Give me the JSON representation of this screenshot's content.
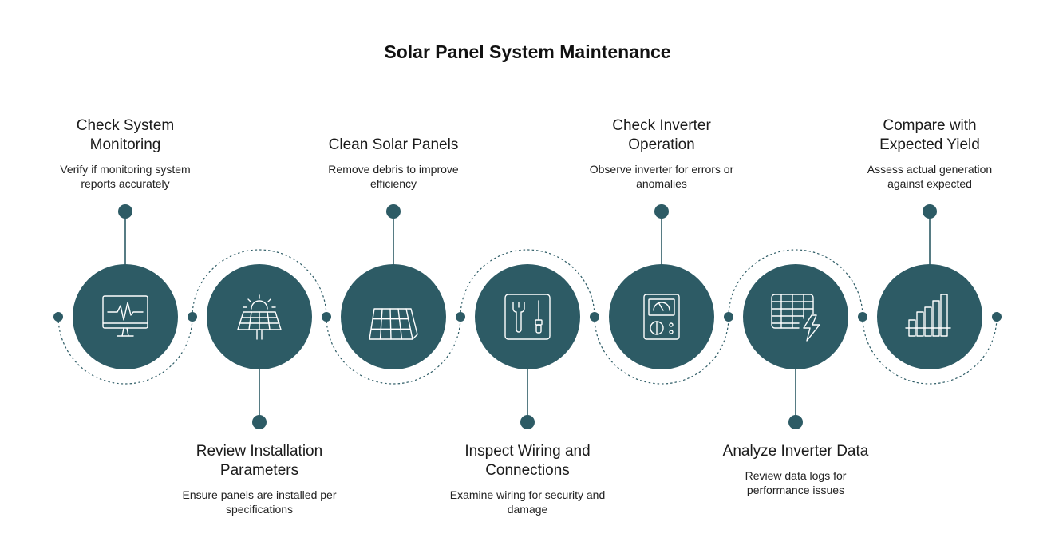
{
  "title": "Solar Panel System Maintenance",
  "colors": {
    "accent": "#2d5b65",
    "connector": "#2d5b65",
    "dashed": "#2d5b65"
  },
  "steps": [
    {
      "title": "Check System Monitoring",
      "description": "Verify if monitoring system reports accurately",
      "icon": "monitor-waveform-icon",
      "position": "top"
    },
    {
      "title": "Review Installation Parameters",
      "description": "Ensure panels are installed per specifications",
      "icon": "solar-panel-sun-icon",
      "position": "bottom"
    },
    {
      "title": "Clean Solar Panels",
      "description": "Remove debris to improve efficiency",
      "icon": "solar-panel-icon",
      "position": "top"
    },
    {
      "title": "Inspect Wiring and Connections",
      "description": "Examine wiring for security and damage",
      "icon": "wrench-screwdriver-icon",
      "position": "bottom"
    },
    {
      "title": "Check Inverter Operation",
      "description": "Observe inverter for errors or anomalies",
      "icon": "inverter-meter-icon",
      "position": "top"
    },
    {
      "title": "Analyze Inverter Data",
      "description": "Review data logs for performance issues",
      "icon": "data-table-bolt-icon",
      "position": "bottom"
    },
    {
      "title": "Compare with Expected Yield",
      "description": "Assess actual generation against expected",
      "icon": "bar-chart-icon",
      "position": "top"
    }
  ]
}
